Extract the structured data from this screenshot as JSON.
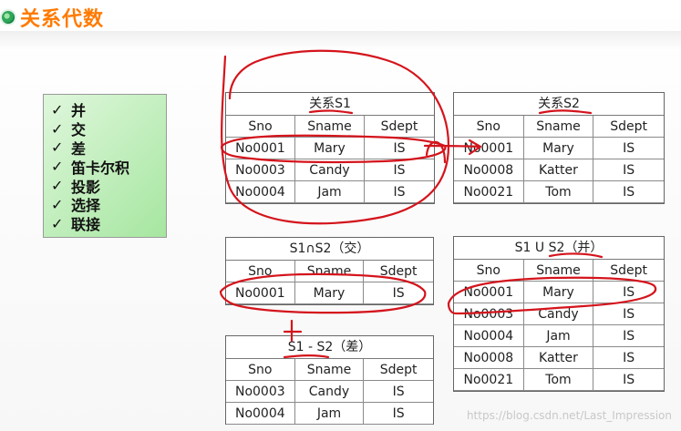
{
  "title": "关系代数",
  "operations": [
    "并",
    "交",
    "差",
    "笛卡尔积",
    "投影",
    "选择",
    "联接"
  ],
  "tables": {
    "s1": {
      "title": "关系S1",
      "headers": [
        "Sno",
        "Sname",
        "Sdept"
      ],
      "rows": [
        [
          "No0001",
          "Mary",
          "IS"
        ],
        [
          "No0003",
          "Candy",
          "IS"
        ],
        [
          "No0004",
          "Jam",
          "IS"
        ]
      ]
    },
    "s2": {
      "title": "关系S2",
      "headers": [
        "Sno",
        "Sname",
        "Sdept"
      ],
      "rows": [
        [
          "No0001",
          "Mary",
          "IS"
        ],
        [
          "No0008",
          "Katter",
          "IS"
        ],
        [
          "No0021",
          "Tom",
          "IS"
        ]
      ]
    },
    "inter": {
      "title": "S1∩S2（交）",
      "headers": [
        "Sno",
        "Sname",
        "Sdept"
      ],
      "rows": [
        [
          "No0001",
          "Mary",
          "IS"
        ]
      ]
    },
    "union": {
      "title": "S1 U S2（并）",
      "headers": [
        "Sno",
        "Sname",
        "Sdept"
      ],
      "rows": [
        [
          "No0001",
          "Mary",
          "IS"
        ],
        [
          "No0003",
          "Candy",
          "IS"
        ],
        [
          "No0004",
          "Jam",
          "IS"
        ],
        [
          "No0008",
          "Katter",
          "IS"
        ],
        [
          "No0021",
          "Tom",
          "IS"
        ]
      ]
    },
    "diff": {
      "title": "S1 - S2（差）",
      "headers": [
        "Sno",
        "Sname",
        "Sdept"
      ],
      "rows": [
        [
          "No0003",
          "Candy",
          "IS"
        ],
        [
          "No0004",
          "Jam",
          "IS"
        ]
      ]
    }
  },
  "watermark": "https://blog.csdn.net/Last_Impression",
  "colors": {
    "title": "#ff7a00",
    "panel_bg": "#a6e6a0",
    "ink_red": "#d4141c"
  }
}
